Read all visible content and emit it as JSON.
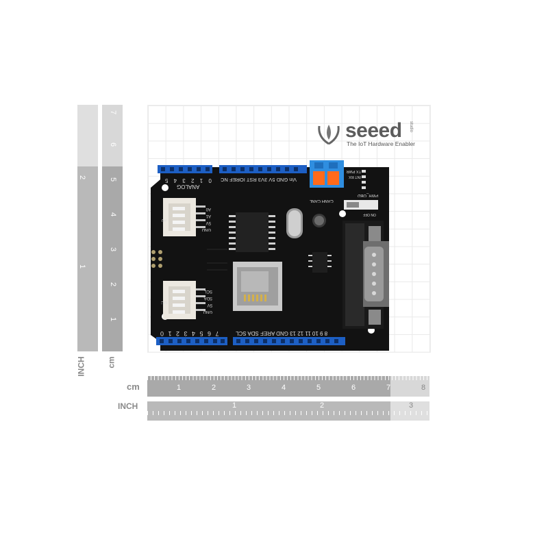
{
  "logo": {
    "brand": "seeed",
    "small": "studio",
    "tagline": "The IoT Hardware Enabler"
  },
  "rulers": {
    "cm_label": "cm",
    "inch_label": "INCH",
    "cm_bottom_label": "cm",
    "inch_bottom_label": "INCH",
    "cm_ticks": [
      "1",
      "2",
      "3",
      "4",
      "5",
      "6",
      "7",
      "8"
    ],
    "inch_ticks": [
      "1",
      "2",
      "3"
    ],
    "left_cm_ticks": [
      "1",
      "2",
      "3",
      "4",
      "5",
      "6",
      "7"
    ],
    "left_inch_ticks": [
      "1",
      "2"
    ]
  },
  "board": {
    "top_header_left": "0 1 2 3 4 5",
    "analog_label": "ANALOG",
    "top_header_right": "Vin GND 5V 3V3 RST IOREF NC",
    "bottom_header_left": "7 6 5 4 3 2 1 0",
    "bottom_header_right": "8 9 10 11 12 13 GND AREF SDA SCL",
    "grove_uart_pins": "GND 5V A1 A0",
    "grove_i2c_pins": "GND 5V SDA SCL",
    "grove_uart_tag": "A0",
    "grove_i2c_tag": "I2C",
    "can_labels": "CANH CANL",
    "led_labels": "INT RX TX PWR",
    "switch_label": "PWR_OBD",
    "switch_sub": "ON OFF"
  },
  "colors": {
    "pcb": "#141414",
    "header": "#1d5fc4",
    "terminal": "#2f8ee0",
    "terminal_screw": "#ff6a1a",
    "grove": "#ece8e0",
    "ruler": "#a9a9a9"
  }
}
